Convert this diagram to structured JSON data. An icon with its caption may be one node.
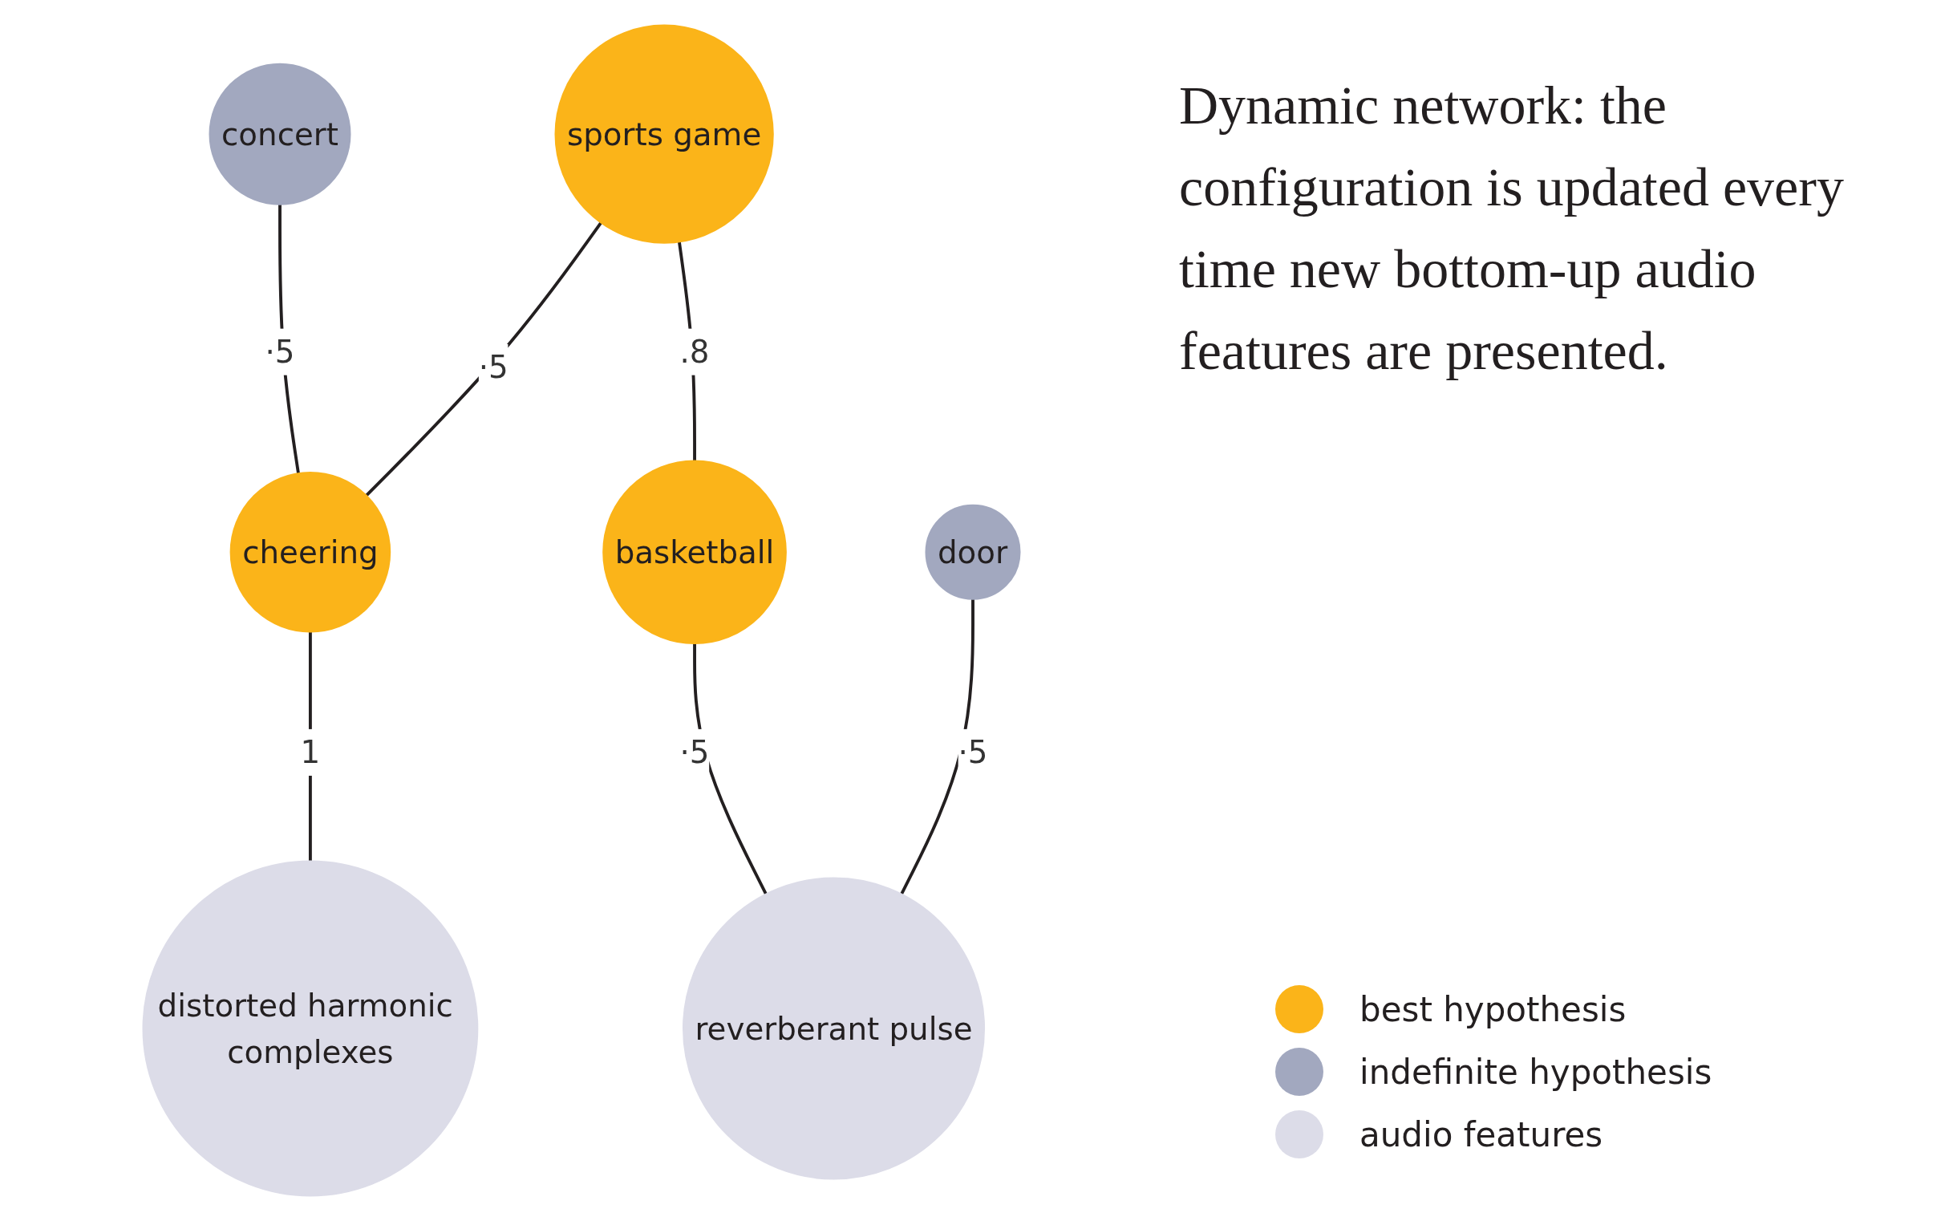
{
  "diagram": {
    "title": "Dynamic network: the configuration is updated every time new bottom-up audio features are presented.",
    "nodes": [
      {
        "text": [
          "concert"
        ]
      },
      {
        "text": [
          "sports game"
        ]
      },
      {
        "text": [
          "cheering"
        ]
      },
      {
        "text": [
          "basketball"
        ]
      },
      {
        "text": [
          "door"
        ]
      },
      {
        "text": [
          "distorted harmonic complexes"
        ]
      },
      {
        "text": [
          "reverberant pulse"
        ]
      }
    ],
    "edges": [
      {
        "from": 0,
        "to": 2,
        "arrow": "none",
        "label": "·5"
      },
      {
        "from": 1,
        "to": 2,
        "arrow": "none",
        "label": "·5"
      },
      {
        "from": 1,
        "to": 3,
        "arrow": "none",
        "label": ".8"
      },
      {
        "from": 2,
        "to": 5,
        "arrow": "none",
        "label": "1"
      },
      {
        "from": 3,
        "to": 6,
        "arrow": "none",
        "label": "·5"
      },
      {
        "from": 4,
        "to": 6,
        "arrow": "none",
        "label": "·5"
      }
    ],
    "legend": [
      {
        "text": "best hypothesis",
        "color": "#fbb419"
      },
      {
        "text": "indefinite hypothesis",
        "color": "#a2a8bf"
      },
      {
        "text": "audio features",
        "color": "#dcdce8"
      }
    ]
  }
}
